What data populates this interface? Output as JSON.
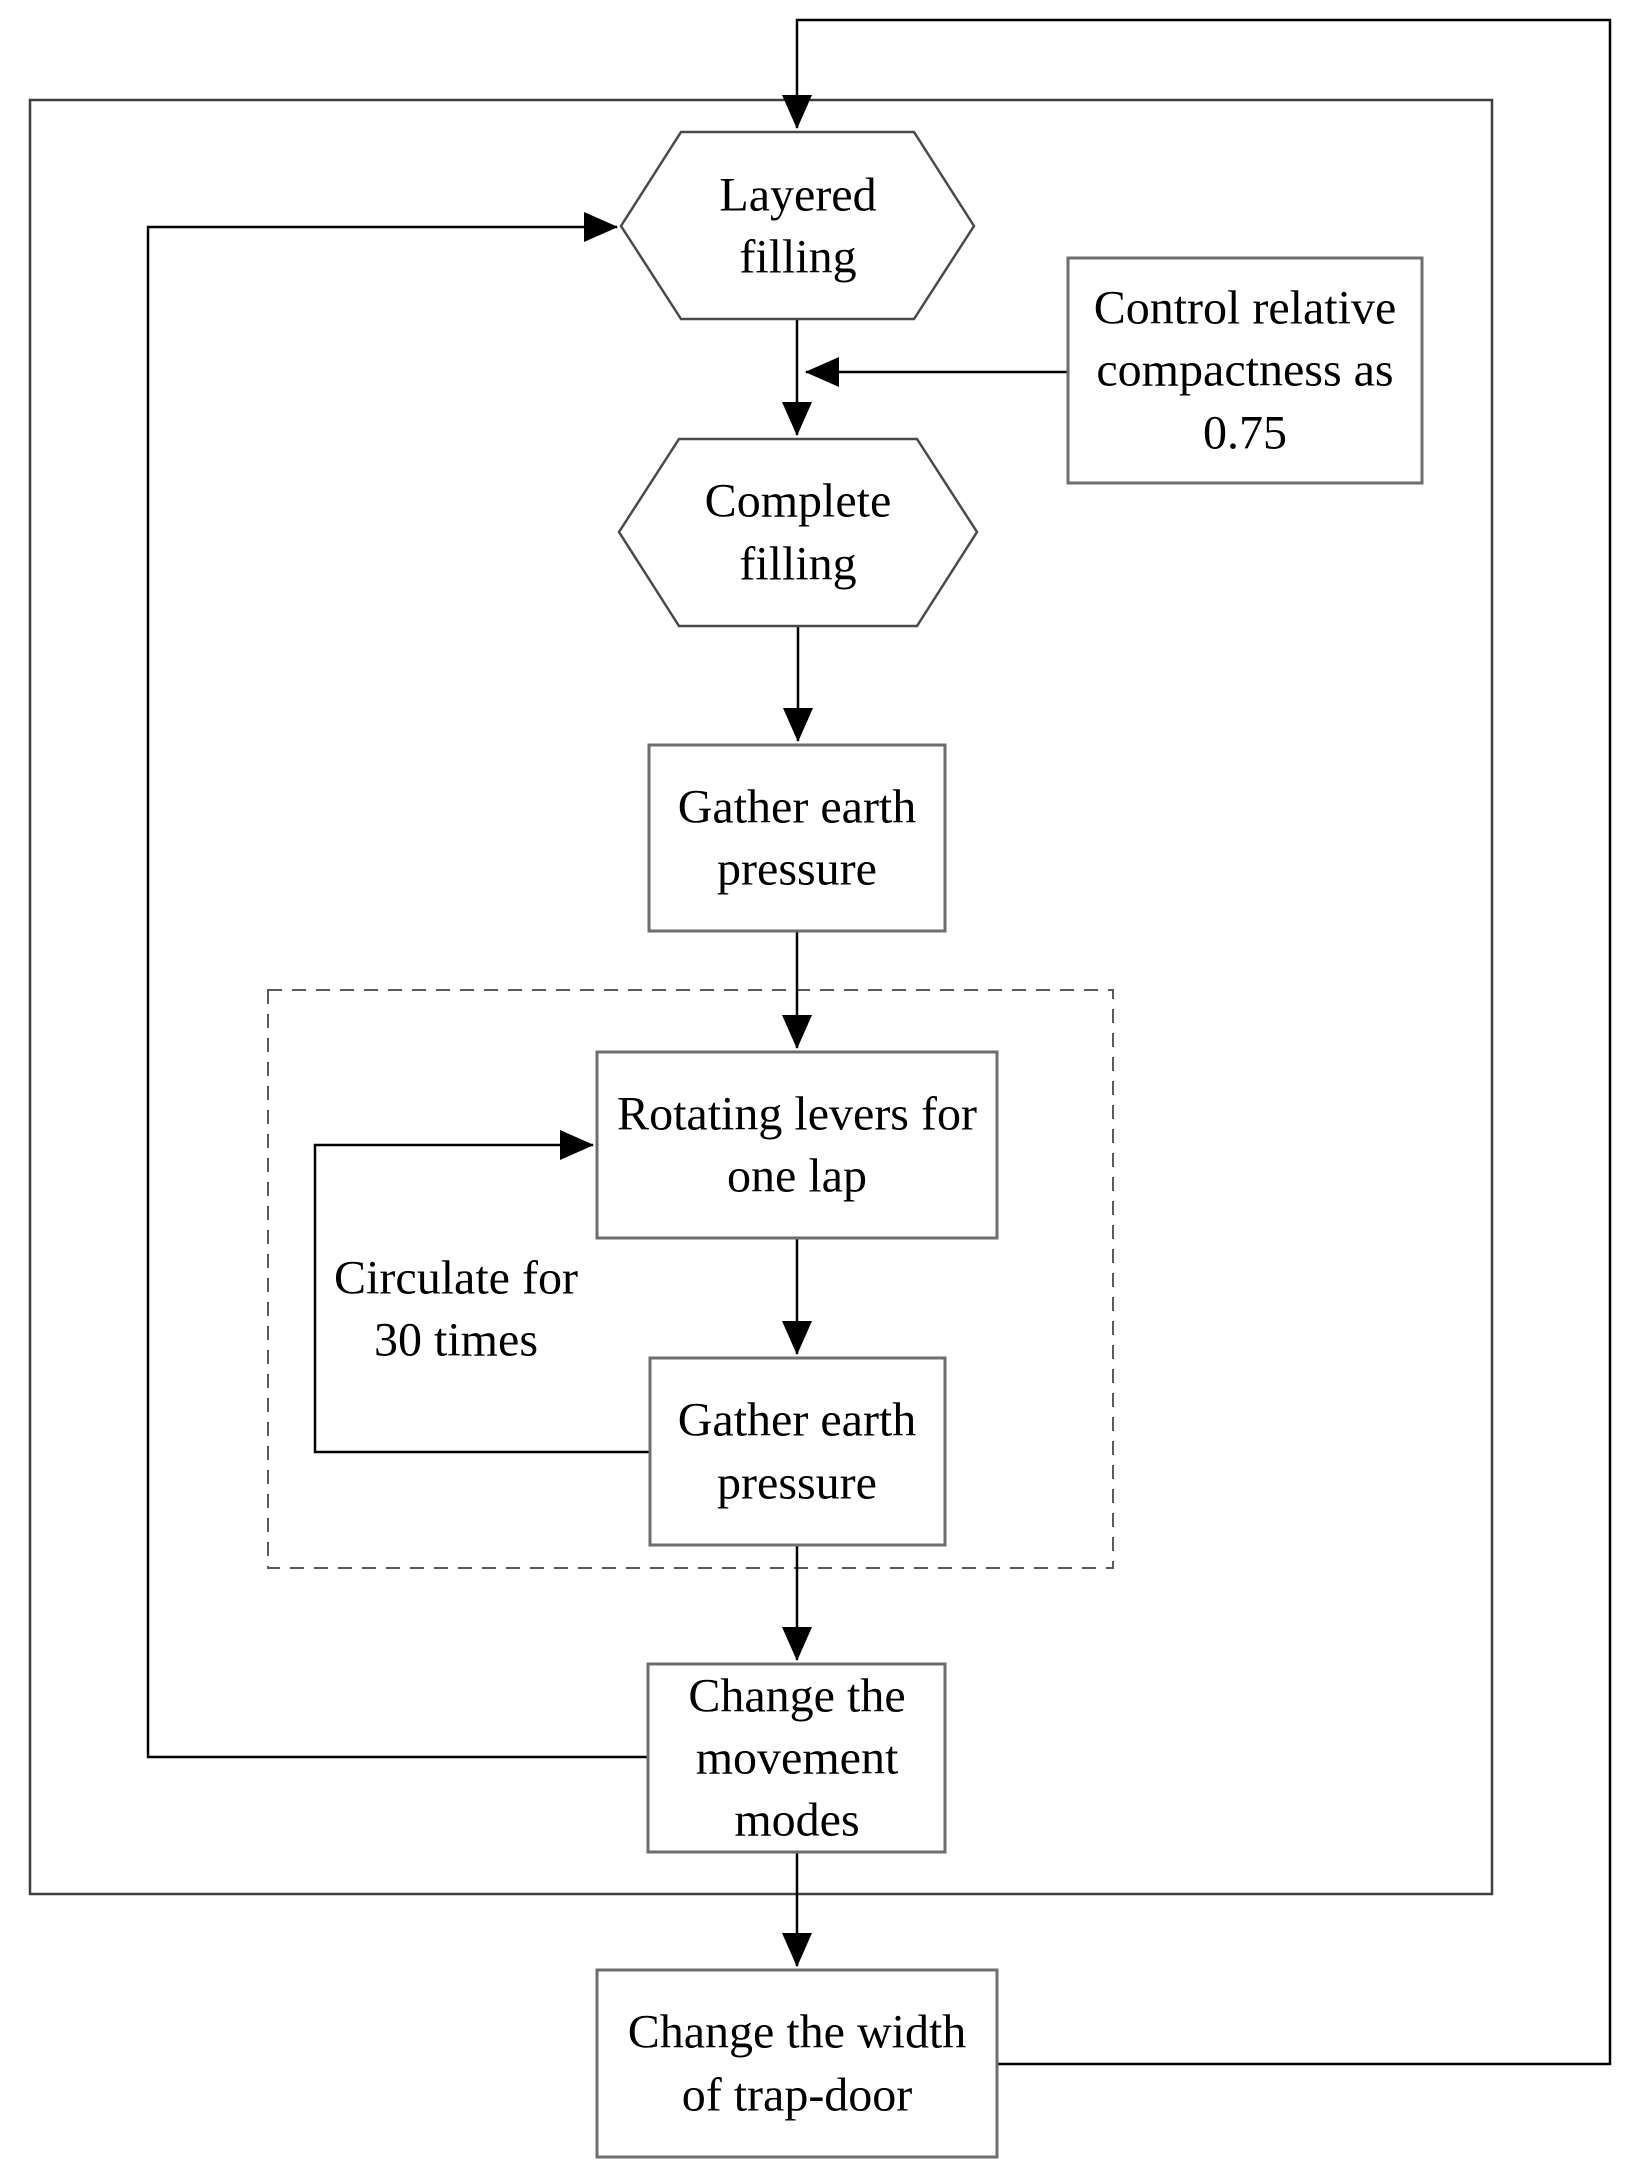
{
  "diagram": {
    "type": "flowchart",
    "nodes": {
      "layered_filling": {
        "shape": "hexagon",
        "label_lines": [
          "Layered",
          "filling"
        ]
      },
      "control_compactness": {
        "shape": "rectangle",
        "label_lines": [
          "Control relative",
          "compactness as",
          "0.75"
        ]
      },
      "complete_filling": {
        "shape": "hexagon",
        "label_lines": [
          "Complete",
          "filling"
        ]
      },
      "gather_pressure_1": {
        "shape": "rectangle",
        "label_lines": [
          "Gather earth",
          "pressure"
        ]
      },
      "rotating_levers": {
        "shape": "rectangle",
        "label_lines": [
          "Rotating levers for",
          "one lap"
        ]
      },
      "gather_pressure_2": {
        "shape": "rectangle",
        "label_lines": [
          "Gather earth",
          "pressure"
        ]
      },
      "change_movement": {
        "shape": "rectangle",
        "label_lines": [
          "Change the",
          "movement",
          "modes"
        ]
      },
      "change_trapdoor": {
        "shape": "rectangle",
        "label_lines": [
          "Change the width",
          "of trap-door"
        ]
      }
    },
    "annotations": {
      "circulate": {
        "lines": [
          "Circulate for",
          "30 times"
        ]
      }
    },
    "edges": [
      "top-loop into layered_filling",
      "layered_filling -> complete_filling",
      "control_compactness -> (layered_filling -> complete_filling line)",
      "complete_filling -> gather_pressure_1",
      "gather_pressure_1 -> rotating_levers",
      "rotating_levers -> gather_pressure_2",
      "gather_pressure_2 -> rotating_levers (circulate loop)",
      "gather_pressure_2 -> change_movement",
      "change_movement -> change_trapdoor",
      "change_movement -> layered_filling (left loop)",
      "change_trapdoor -> layered_filling (outer right loop)"
    ],
    "colors": {
      "line": "#000000",
      "box_border": "#6e6e6e",
      "hex_border": "#4a4a4a",
      "frame_border": "#3f3f3f",
      "dashed_border": "#595959",
      "text": "#000000",
      "background": "#ffffff"
    }
  }
}
